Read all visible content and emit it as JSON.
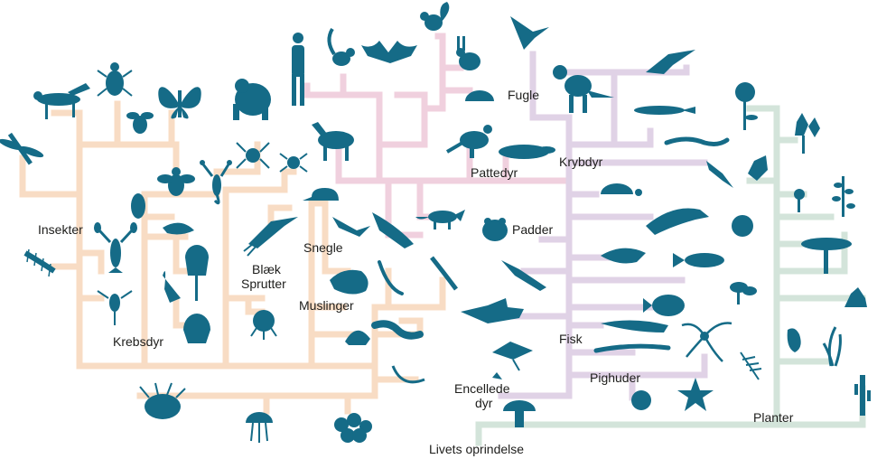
{
  "colors": {
    "silhouette": "#156b87",
    "branch_animals_invertebrates": "#f8dcc4",
    "branch_mammals": "#f0d0de",
    "branch_vertebrates": "#e0d2e6",
    "branch_plants": "#d3e4da",
    "label_text": "#1d1d1b"
  },
  "labels": {
    "insekter": "Insekter",
    "krebsdyr": "Krebsdyr",
    "blaek": "Blæk",
    "sprutter": "Sprutter",
    "snegle": "Snegle",
    "muslinger": "Muslinger",
    "pattedyr": "Pattedyr",
    "fugle": "Fugle",
    "krybdyr": "Krybdyr",
    "padder": "Padder",
    "fisk": "Fisk",
    "pighuder": "Pighuder",
    "encellede_1": "Encellede",
    "encellede_2": "dyr",
    "planter": "Planter",
    "livets_oprindelse": "Livets oprindelse"
  },
  "icons": {
    "grasshopper": "grasshopper-icon",
    "beetle": "beetle-icon",
    "fly": "fly-icon",
    "butterfly": "butterfly-icon",
    "dragonfly": "dragonfly-icon",
    "bee": "bee-icon",
    "scorpion": "scorpion-icon",
    "spider": "spider-icon",
    "tick": "tick-icon",
    "centipede": "centipede-icon",
    "lobster": "lobster-icon",
    "woodlouse": "woodlouse-icon",
    "shrimp": "shrimp-icon",
    "copepod": "copepod-icon",
    "barnacle": "barnacle-icon",
    "horseshoe_crab": "horseshoe-crab-icon",
    "trilobite": "trilobite-icon",
    "squid": "squid-icon",
    "octopus": "octopus-icon",
    "snail": "snail-icon",
    "sea_slug": "sea-slug-icon",
    "nautilus": "nautilus-icon",
    "clam": "clam-icon",
    "worm": "worm-icon",
    "sea_anemone": "sea-anemone-icon",
    "jellyfish": "jellyfish-icon",
    "sponge": "sponge-icon",
    "amoeba": "amoeba-icon",
    "mushroom": "mushroom-icon",
    "gorilla": "gorilla-icon",
    "human": "human-icon",
    "lemur": "lemur-icon",
    "bat": "bat-icon",
    "squirrel": "squirrel-icon",
    "rabbit": "rabbit-icon",
    "hedgehog": "hedgehog-icon",
    "kangaroo": "kangaroo-icon",
    "platypus": "platypus-icon",
    "horse": "horse-icon",
    "fox": "fox-icon",
    "dolphin": "dolphin-icon",
    "swallow": "swallow-icon",
    "t_rex": "t-rex-icon",
    "pterosaur": "pterosaur-icon",
    "crocodile": "crocodile-icon",
    "snake": "snake-icon",
    "lizard": "lizard-icon",
    "turtle": "turtle-icon",
    "ichthyosaur": "ichthyosaur-icon",
    "frog": "frog-icon",
    "salamander": "salamander-icon",
    "fish": "fish-icon",
    "shark": "shark-icon",
    "ray": "ray-icon",
    "eel": "eel-icon",
    "brittle_star": "brittle-star-icon",
    "starfish": "starfish-icon",
    "sea_urchin": "sea-urchin-icon",
    "flower": "flower-icon",
    "tulip": "tulip-icon",
    "tree": "tree-icon",
    "grass": "grass-icon",
    "seaweed": "seaweed-icon",
    "fern": "fern-icon",
    "moss": "moss-icon"
  }
}
